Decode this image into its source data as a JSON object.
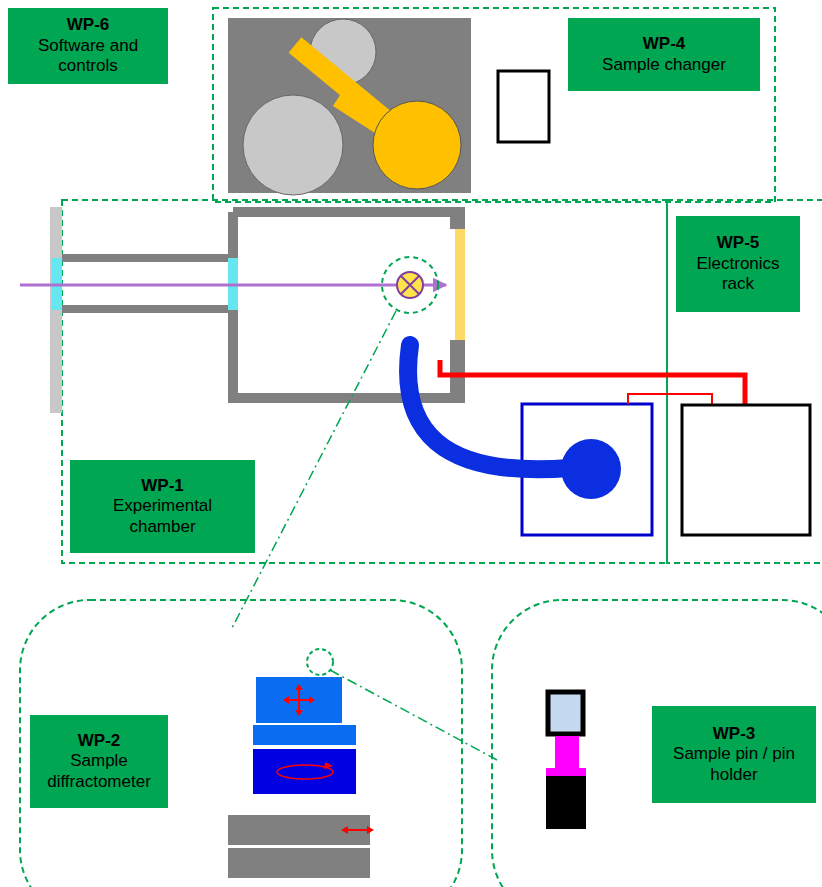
{
  "diagram": {
    "nodes": [
      {
        "text": [
          "WP-6",
          "Software and controls"
        ]
      },
      {
        "text": [
          "WP-4",
          "Sample changer"
        ]
      },
      {
        "text": [
          "WP-5",
          "Electronics rack"
        ]
      },
      {
        "text": [
          "WP-1",
          "Experimental chamber"
        ]
      },
      {
        "text": [
          "WP-2",
          "Sample diffractometer"
        ]
      },
      {
        "text": [
          "WP-3",
          "Sample pin / pin holder"
        ]
      }
    ]
  }
}
